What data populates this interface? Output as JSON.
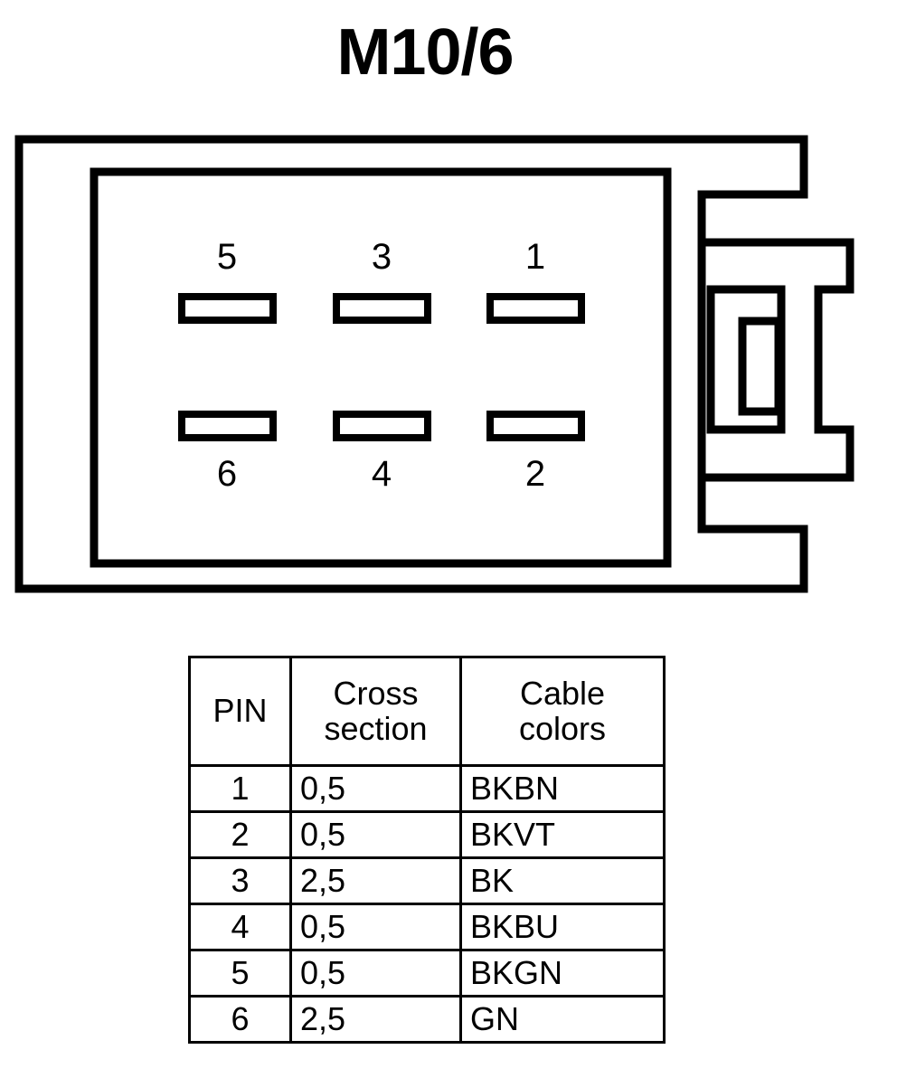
{
  "title": "M10/6",
  "connector": {
    "name": "6-way-connector-face-view",
    "pins": [
      {
        "number": "5",
        "position": "top-left"
      },
      {
        "number": "3",
        "position": "top-center"
      },
      {
        "number": "1",
        "position": "top-right"
      },
      {
        "number": "6",
        "position": "bottom-left"
      },
      {
        "number": "4",
        "position": "bottom-center"
      },
      {
        "number": "2",
        "position": "bottom-right"
      }
    ],
    "stroke_color": "#000000",
    "fill_color": "#ffffff"
  },
  "table": {
    "headers": {
      "pin": [
        "PIN"
      ],
      "cross_section": [
        "Cross",
        "section"
      ],
      "cable_colors": [
        "Cable",
        "colors"
      ]
    },
    "rows": [
      {
        "pin": "1",
        "cross_section": "0,5",
        "cable_colors": "BKBN"
      },
      {
        "pin": "2",
        "cross_section": "0,5",
        "cable_colors": "BKVT"
      },
      {
        "pin": "3",
        "cross_section": "2,5",
        "cable_colors": "BK"
      },
      {
        "pin": "4",
        "cross_section": "0,5",
        "cable_colors": "BKBU"
      },
      {
        "pin": "5",
        "cross_section": "0,5",
        "cable_colors": "BKGN"
      },
      {
        "pin": "6",
        "cross_section": "2,5",
        "cable_colors": "GN"
      }
    ]
  }
}
